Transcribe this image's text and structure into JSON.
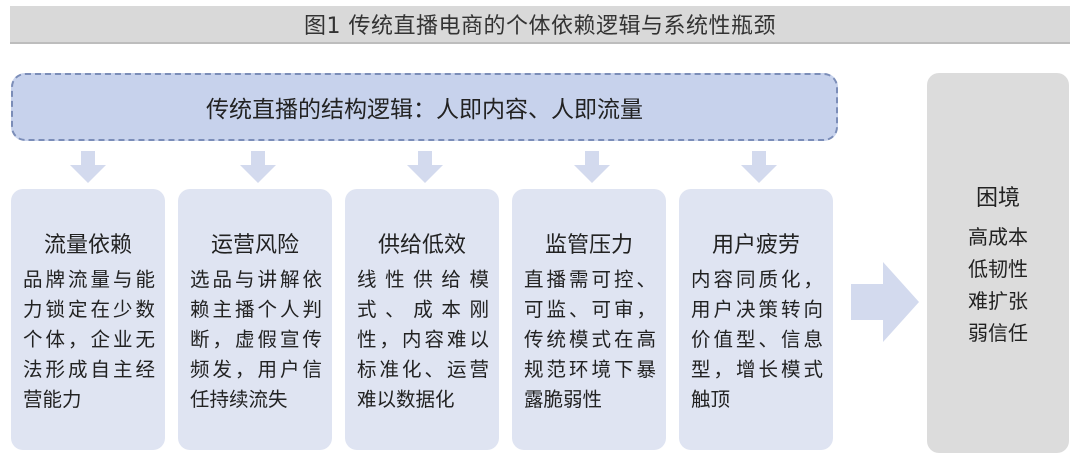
{
  "title": "图1  传统直播电商的个体依赖逻辑与系统性瓶颈",
  "banner": "传统直播的结构逻辑：人即内容、人即流量",
  "cards": [
    {
      "title": "流量依赖",
      "body": "品牌流量与能力锁定在少数个体，企业无法形成自主经营能力"
    },
    {
      "title": "运营风险",
      "body": "选品与讲解依赖主播个人判断，虚假宣传频发，用户信任持续流失"
    },
    {
      "title": "供给低效",
      "body": "线性供给模式、成本刚性，内容难以标准化、运营难以数据化"
    },
    {
      "title": "监管压力",
      "body": "直播需可控、可监、可审，传统模式在高规范环境下暴露脆弱性"
    },
    {
      "title": "用户疲劳",
      "body": "内容同质化，用户决策转向价值型、信息型，增长模式触顶"
    }
  ],
  "plight": {
    "title": "困境",
    "items": [
      "高成本",
      "低韧性",
      "难扩张",
      "弱信任"
    ]
  },
  "colors": {
    "banner_fill": "#c7d2ec",
    "banner_border": "#7b8db8",
    "card_fill": "#dfe4f2",
    "arrow_fill": "#d3daee",
    "plight_fill": "#dcdcdc",
    "title_bar": "#d9d9d9"
  }
}
